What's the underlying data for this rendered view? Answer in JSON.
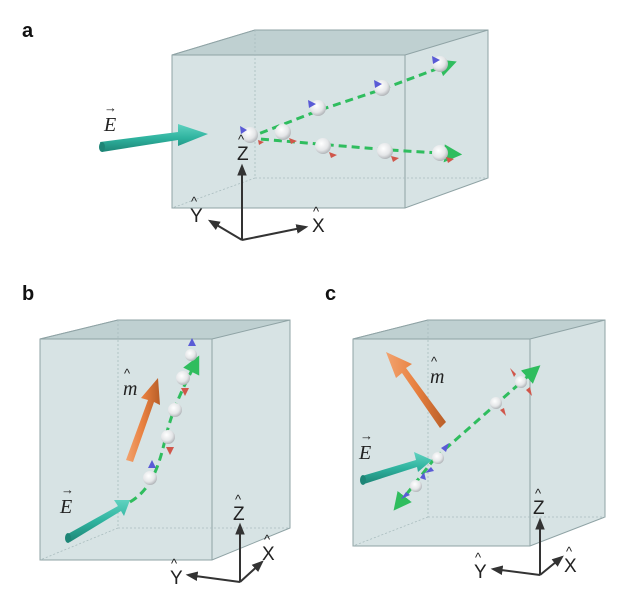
{
  "panels": [
    {
      "label": "a",
      "axes": {
        "x": "X",
        "y": "Y",
        "z": "Z"
      },
      "field_label": "E"
    },
    {
      "label": "b",
      "axes": {
        "x": "X",
        "y": "Y",
        "z": "Z"
      },
      "field_label": "E",
      "moment_label": "m"
    },
    {
      "label": "c",
      "axes": {
        "x": "X",
        "y": "Y",
        "z": "Z"
      },
      "field_label": "E",
      "moment_label": "m"
    }
  ],
  "colors": {
    "box_fill": "#c9dadb",
    "box_edge": "#8fa3a5",
    "field_arrow": "#2fb39f",
    "moment_arrow": "#e8803f",
    "trajectory": "#2fbd5e",
    "spin_up": "#5a5bd6",
    "spin_down": "#d0564a",
    "axis": "#333333"
  },
  "icons": [
    "electric-field-arrow",
    "magnetic-moment-arrow",
    "spin-sphere",
    "trajectory-dashed-arrow",
    "axis-triad"
  ]
}
